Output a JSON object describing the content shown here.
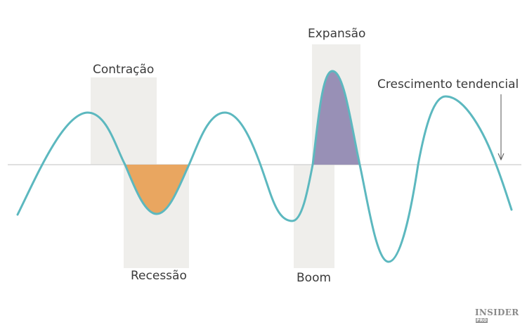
{
  "labels": {
    "contraction": "Contração",
    "recession": "Recessão",
    "expansion": "Expansão",
    "boom": "Boom",
    "trend_growth": "Crescimento tendencial"
  },
  "logo": {
    "name": "INSIDER",
    "badge": "PRO"
  },
  "colors": {
    "curve": "#5cb8bf",
    "baseline": "#d6d6d6",
    "phase_band": "#efeeeb",
    "recession_fill": "#e9a660",
    "expansion_fill": "#9890b6",
    "text": "#3a3a3a",
    "arrow": "#555555"
  }
}
